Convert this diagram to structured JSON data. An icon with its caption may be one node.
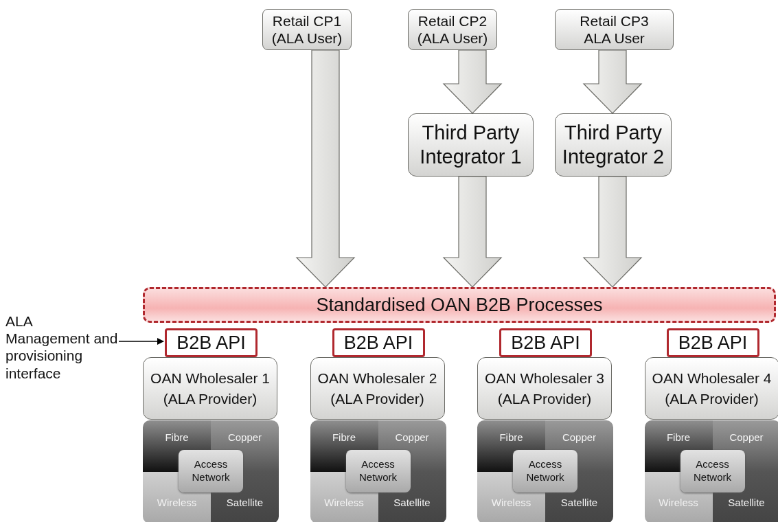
{
  "diagram": {
    "nodes": [
      {
        "text": [
          "Retail CP1 (ALA User)"
        ]
      },
      {
        "text": [
          "Retail CP2 (ALA User)"
        ]
      },
      {
        "text": [
          "Retail CP3 ALA User"
        ]
      },
      {
        "text": [
          "Third Party Integrator 1"
        ]
      },
      {
        "text": [
          "Third Party Integrator 2"
        ]
      },
      {
        "text": [
          "Standardised OAN B2B Processes"
        ]
      },
      {
        "text": [
          "ALA Management and provisioning interface"
        ]
      },
      {
        "text": [
          "B2B API"
        ]
      },
      {
        "text": [
          "OAN Wholesaler 1 (ALA Provider)"
        ]
      },
      {
        "text": [
          "Fibre",
          "Copper",
          "Wireless",
          "Satellite"
        ]
      },
      {
        "text": [
          "Access Network"
        ],
        "in": 9
      },
      {
        "text": [
          "B2B API"
        ]
      },
      {
        "text": [
          "OAN Wholesaler 2 (ALA Provider)"
        ]
      },
      {
        "text": [
          "Fibre",
          "Copper",
          "Wireless",
          "Satellite"
        ]
      },
      {
        "text": [
          "Access Network"
        ],
        "in": 13
      },
      {
        "text": [
          "B2B API"
        ]
      },
      {
        "text": [
          "OAN Wholesaler 3 (ALA Provider)"
        ]
      },
      {
        "text": [
          "Fibre",
          "Copper",
          "Wireless",
          "Satellite"
        ]
      },
      {
        "text": [
          "Access Network"
        ],
        "in": 17
      },
      {
        "text": [
          "B2B API"
        ]
      },
      {
        "text": [
          "OAN Wholesaler 4 (ALA Provider)"
        ]
      },
      {
        "text": [
          "Fibre",
          "Copper",
          "Wireless",
          "Satellite"
        ]
      },
      {
        "text": [
          "Access Network"
        ],
        "in": 21
      }
    ],
    "edges": [
      {
        "from": 0,
        "to": 5,
        "arrow": "to"
      },
      {
        "from": 1,
        "to": 3,
        "arrow": "to"
      },
      {
        "from": 3,
        "to": 5,
        "arrow": "to"
      },
      {
        "from": 2,
        "to": 4,
        "arrow": "to"
      },
      {
        "from": 4,
        "to": 5,
        "arrow": "to"
      },
      {
        "from": 6,
        "to": 7,
        "arrow": "to"
      }
    ]
  }
}
